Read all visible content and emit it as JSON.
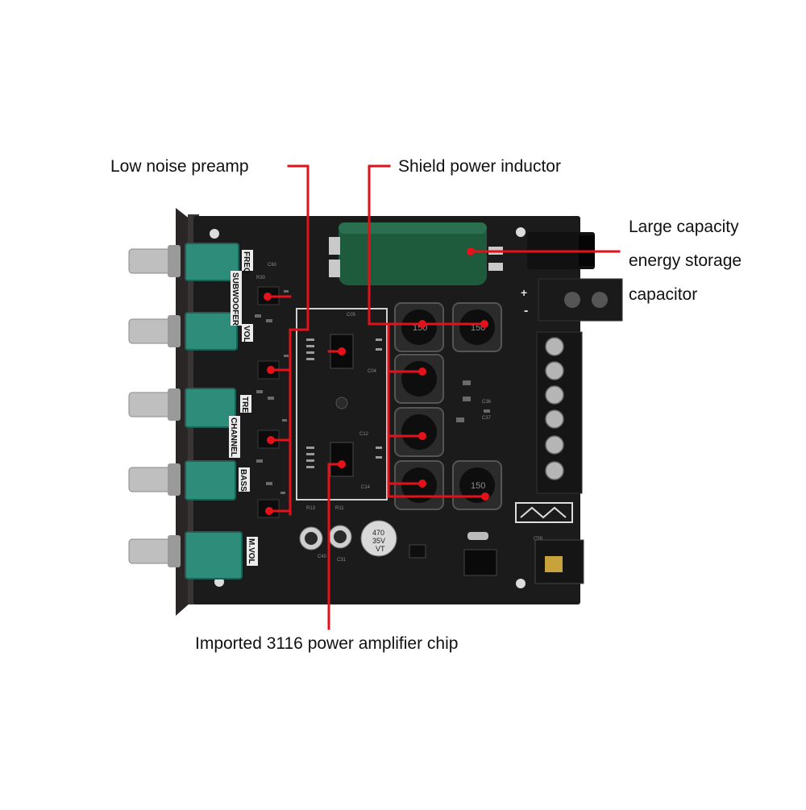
{
  "callouts": {
    "preamp": "Low noise preamp",
    "inductor": "Shield power inductor",
    "capacitor_line1": "Large capacity",
    "capacitor_line2": "energy storage",
    "capacitor_line3": "capacitor",
    "chip": "Imported 3116 power amplifier chip"
  },
  "board_labels": {
    "freq": "FREQ",
    "subwoofer": "SUBWOOFER",
    "vol": "VOL",
    "tre": "TRE",
    "channel": "CHANNEL",
    "bass": "BASS",
    "mvol": "M.VOL",
    "plus": "+",
    "minus": "-",
    "inductor_mark": "150",
    "cap_470": "470",
    "cap_35v": "35V",
    "cap_vt": "VT"
  },
  "colors": {
    "pcb": "#1b1b1b",
    "callout_line": "#e3121a",
    "potentiometer": "#2e8c7a",
    "silkscreen_plate": "#ececec",
    "capacitor_green": "#1e5a3c"
  }
}
